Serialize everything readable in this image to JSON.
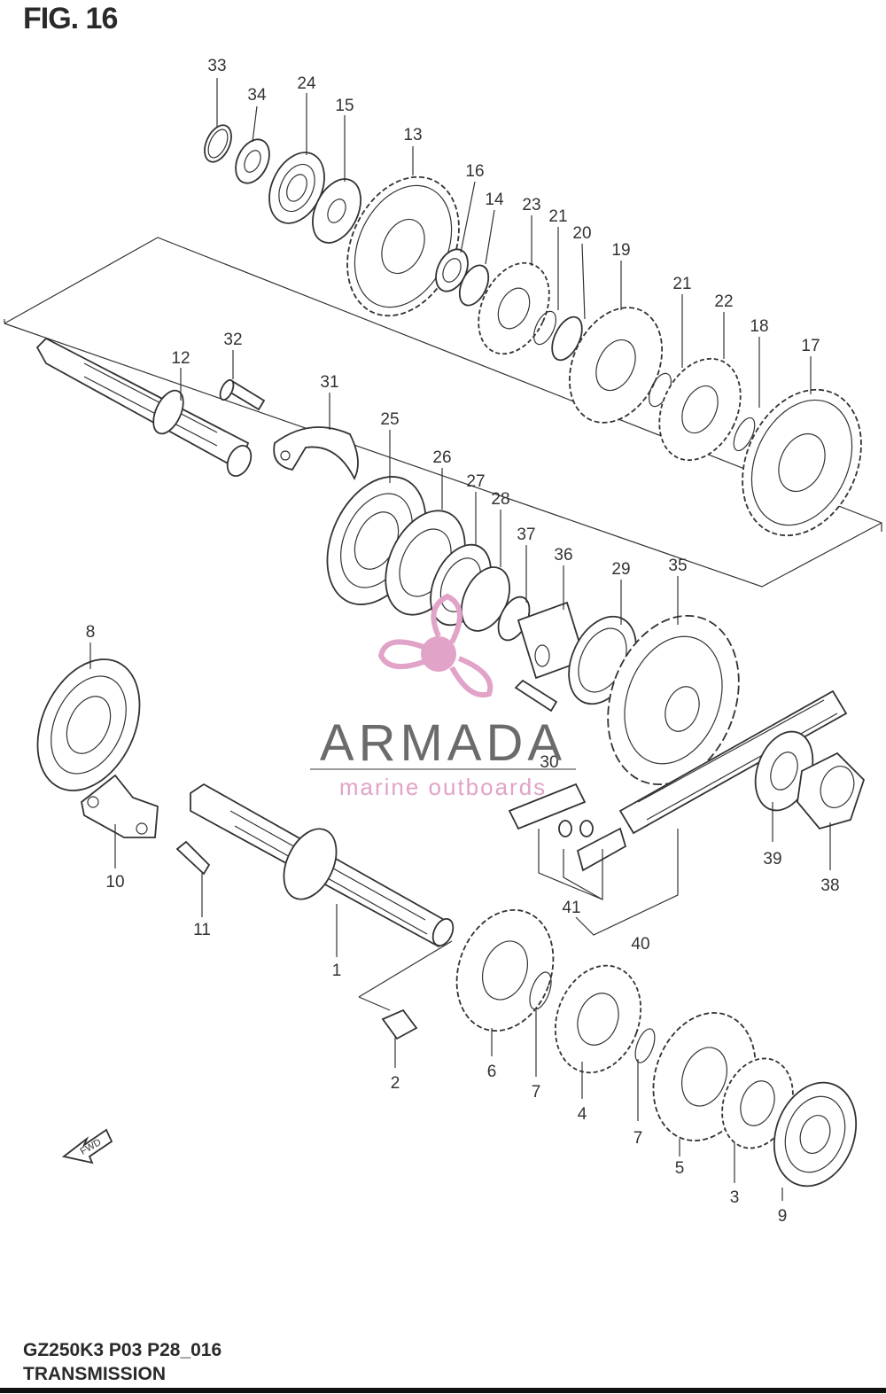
{
  "figure": {
    "title": "FIG. 16",
    "model_code": "GZ250K3 P03 P28_016",
    "section_name": "TRANSMISSION",
    "direction_marker": "FWD"
  },
  "watermark": {
    "brand": "ARMADA",
    "tagline": "marine outboards",
    "logo_color": "#e1a3c7"
  },
  "callouts": [
    "33",
    "34",
    "24",
    "15",
    "13",
    "16",
    "14",
    "23",
    "21",
    "20",
    "19",
    "21",
    "22",
    "18",
    "17",
    "12",
    "32",
    "31",
    "25",
    "26",
    "27",
    "28",
    "37",
    "36",
    "29",
    "35",
    "8",
    "30",
    "39",
    "38",
    "10",
    "11",
    "41",
    "40",
    "1",
    "6",
    "7",
    "4",
    "7",
    "5",
    "3",
    "9",
    "2"
  ]
}
